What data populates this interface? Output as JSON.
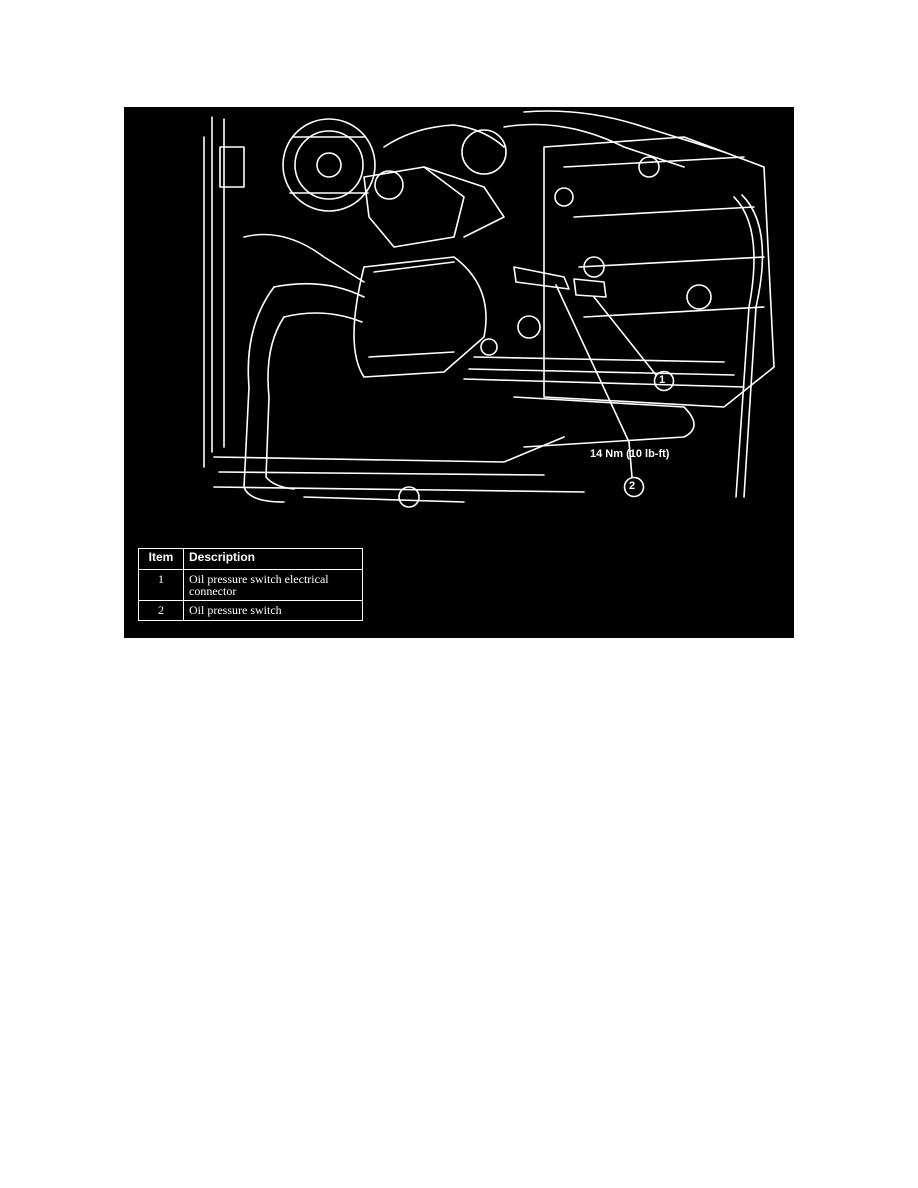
{
  "figure": {
    "torque_spec": "14 Nm (10 lb-ft)",
    "callouts": [
      "1",
      "2"
    ],
    "table": {
      "headers": {
        "item": "Item",
        "description": "Description"
      },
      "rows": [
        {
          "item": "1",
          "description": "Oil pressure switch electrical connector"
        },
        {
          "item": "2",
          "description": "Oil pressure switch"
        }
      ]
    }
  }
}
